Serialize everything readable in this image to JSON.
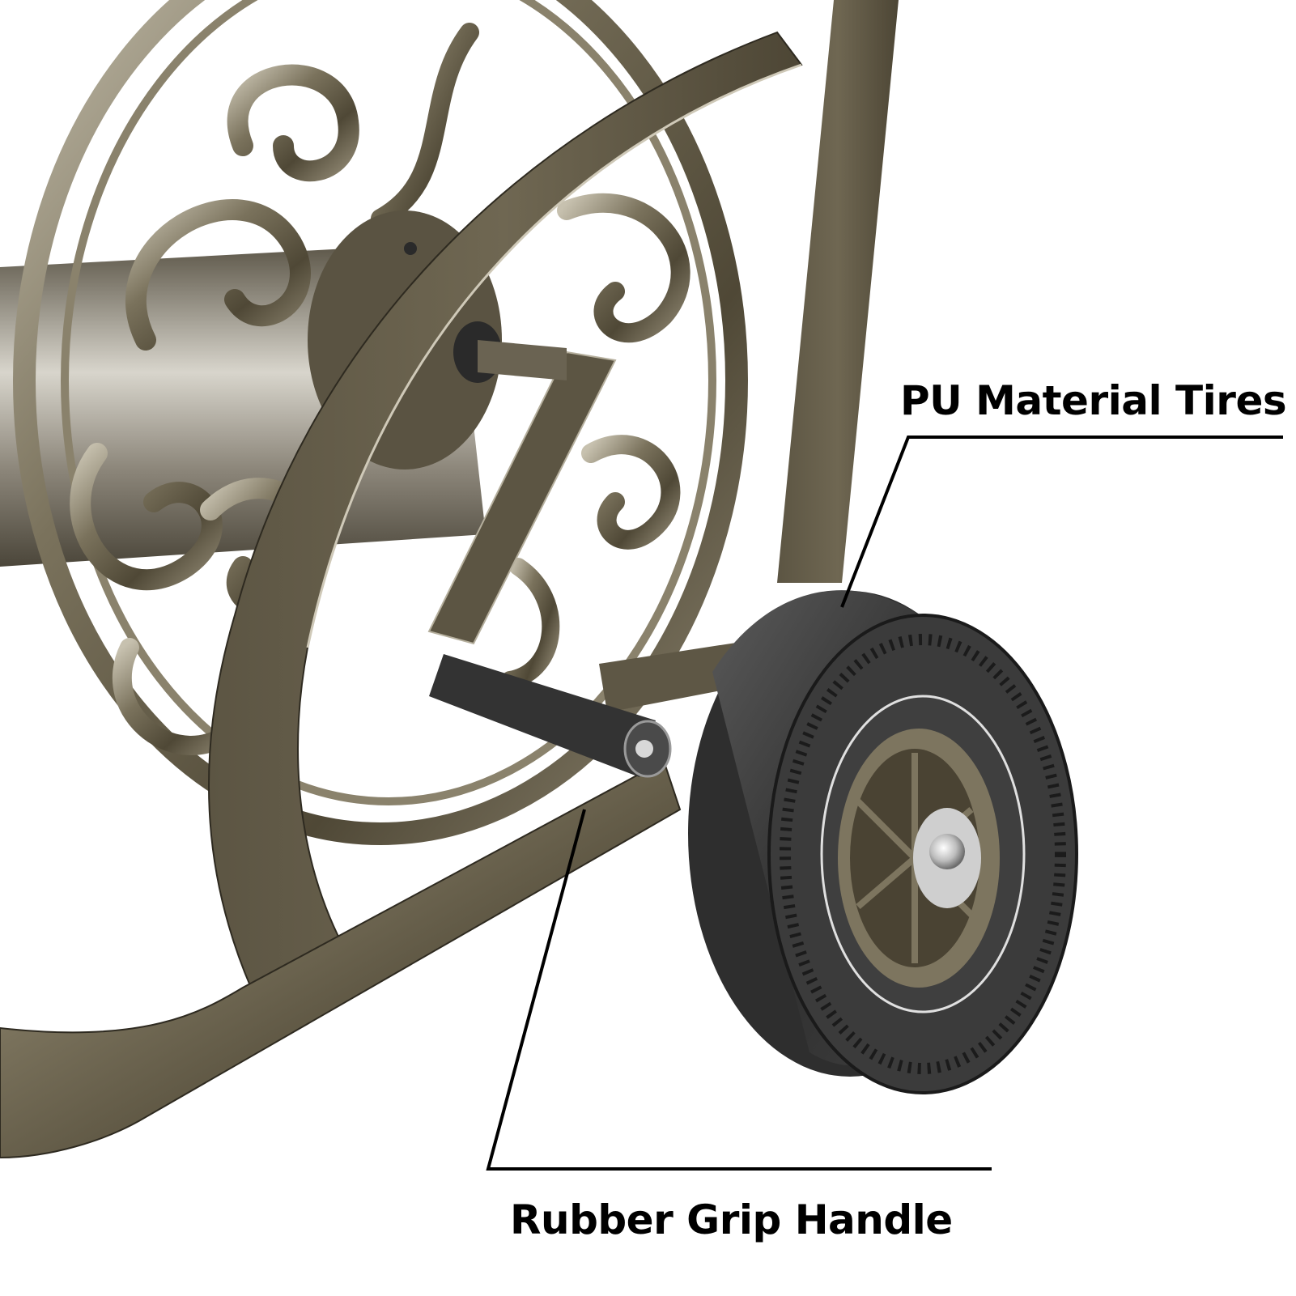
{
  "product": {
    "subject": "hose-reel-cart",
    "colors": {
      "bronze_dark": "#4a4333",
      "bronze_mid": "#6e6652",
      "bronze_light": "#b9b3a2",
      "tire_black": "#2a2a2a",
      "tire_mid": "#4a4a4a",
      "hub_khaki": "#7d755f",
      "chrome": "#d7d7d7",
      "background": "#ffffff",
      "callout_line": "#000000"
    }
  },
  "callouts": [
    {
      "id": "tires",
      "label": "PU Material Tires",
      "target": "wheel-tire"
    },
    {
      "id": "handle",
      "label": "Rubber Grip Handle",
      "target": "crank-handle-grip"
    }
  ]
}
